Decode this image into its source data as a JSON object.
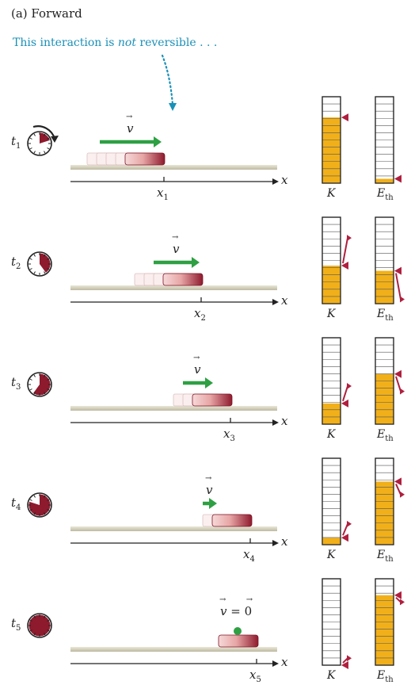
{
  "figure": {
    "title": "(a) Forward",
    "note_prefix": "This interaction is ",
    "note_em": "not",
    "note_suffix": " reversible . . ."
  },
  "colors": {
    "energy_fill": "#f1b01a",
    "arrow_red": "#b01f3e",
    "arrow_green": "#2ea043",
    "note_blue": "#1a90b8",
    "block_dark": "#8e1a2e",
    "surface": "#d8d5c2"
  },
  "labels": {
    "axis": "x",
    "velocity": "v",
    "velocity_zero": "= 0",
    "kinetic": "K",
    "thermal": "E",
    "thermal_sub": "th",
    "time": "t",
    "position": "x"
  },
  "panels": [
    {
      "t_sub": "1",
      "x_sub": "1",
      "K": 0.76,
      "Eth": 0.05,
      "speed": "fast",
      "clock_fraction": 0.2,
      "clock_rotation_arrow": true
    },
    {
      "t_sub": "2",
      "x_sub": "2",
      "K": 0.44,
      "Eth": 0.38,
      "speed": "medium",
      "clock_fraction": 0.4,
      "clock_rotation_arrow": false
    },
    {
      "t_sub": "3",
      "x_sub": "3",
      "K": 0.24,
      "Eth": 0.58,
      "speed": "slow",
      "clock_fraction": 0.6,
      "clock_rotation_arrow": false
    },
    {
      "t_sub": "4",
      "x_sub": "4",
      "K": 0.08,
      "Eth": 0.73,
      "speed": "very slow",
      "clock_fraction": 0.8,
      "clock_rotation_arrow": false
    },
    {
      "t_sub": "5",
      "x_sub": "5",
      "K": 0.0,
      "Eth": 0.81,
      "speed": "zero",
      "clock_fraction": 1.0,
      "clock_rotation_arrow": false
    }
  ]
}
